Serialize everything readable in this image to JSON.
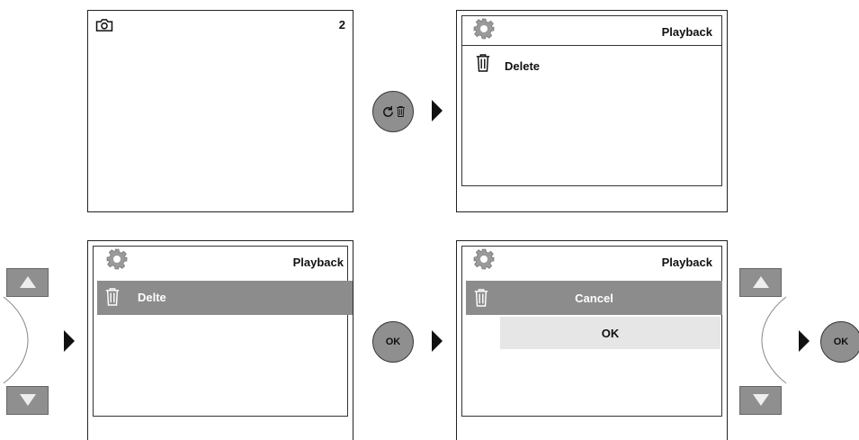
{
  "screen1": {
    "counter": "2",
    "icon": "camera-icon"
  },
  "screen2": {
    "header_title": "Playback",
    "menu_item": "Delete",
    "header_icon": "gear-icon",
    "item_icon": "trash-icon"
  },
  "screen3": {
    "header_title": "Playback",
    "menu_item": "Delte",
    "header_icon": "gear-icon",
    "item_icon": "trash-icon"
  },
  "screen4": {
    "header_title": "Playback",
    "option_cancel": "Cancel",
    "option_ok": "OK",
    "header_icon": "gear-icon",
    "item_icon": "trash-icon"
  },
  "buttons": {
    "ok_label": "OK",
    "rotate_delete_button": "rotate-delete-button",
    "up_arrow": "up-arrow-button",
    "down_arrow": "down-arrow-button"
  },
  "colors": {
    "highlight": "#8c8c8c",
    "option_bg": "#e6e6e6",
    "button_gray": "#8f8f8f"
  }
}
